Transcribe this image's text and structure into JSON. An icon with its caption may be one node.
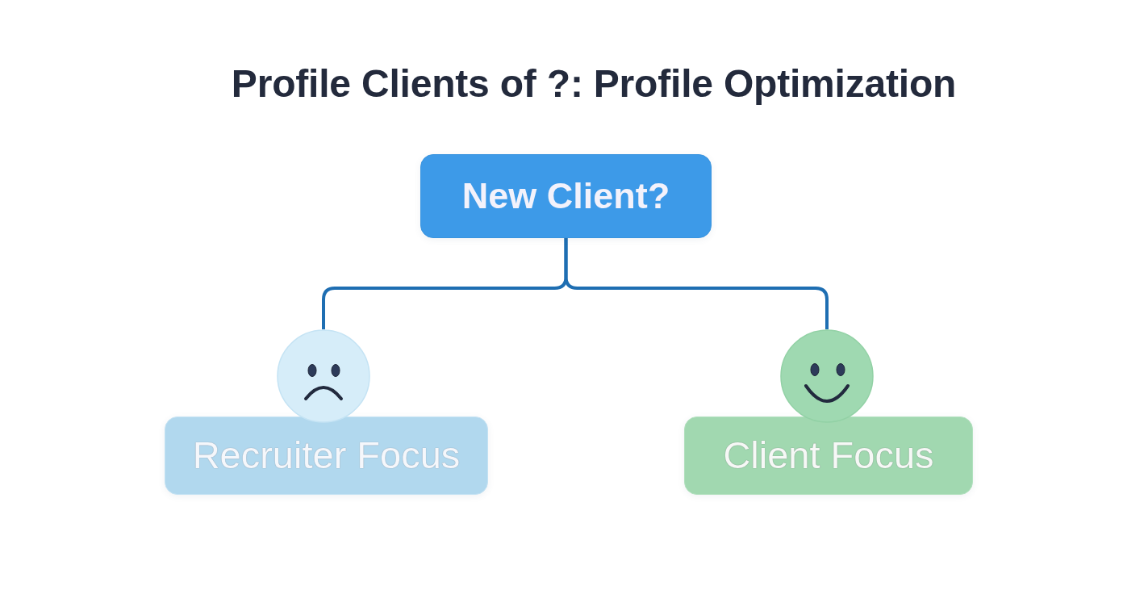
{
  "diagram": {
    "title": "Profile Clients of ?: Profile Optimization",
    "nodes": [
      {
        "text": [
          "New Client?"
        ]
      },
      {
        "text": [],
        "shape": "circle"
      },
      {
        "text": [
          "Recruiter Focus"
        ]
      },
      {
        "text": [],
        "shape": "circle"
      },
      {
        "text": [
          "Client Focus"
        ]
      }
    ],
    "edges": [
      {
        "from": 0,
        "to": 1,
        "arrow": "none"
      },
      {
        "from": 0,
        "to": 3,
        "arrow": "none"
      }
    ]
  }
}
